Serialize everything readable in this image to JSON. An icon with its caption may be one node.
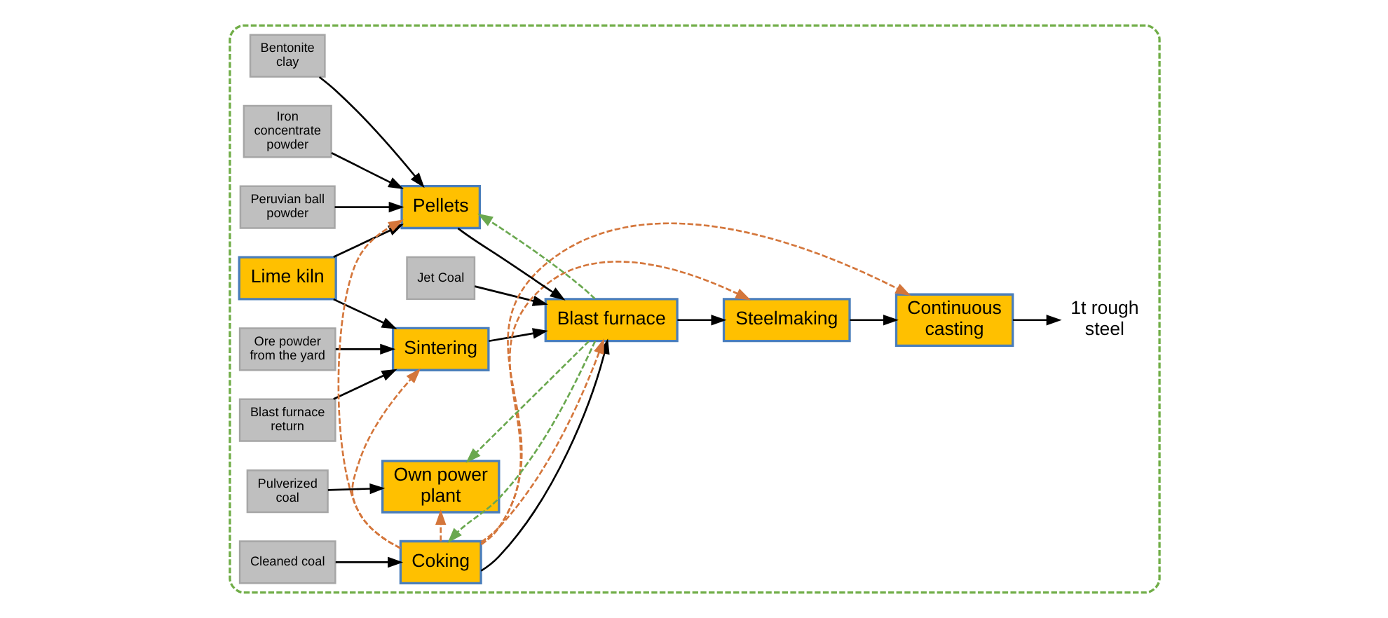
{
  "diagram": {
    "nodes": [
      {
        "text": [],
        "shape": "box"
      },
      {
        "text": [
          "Ore powder from the yard"
        ],
        "in": 0
      },
      {
        "text": [
          "Blast furnace return"
        ],
        "in": 0
      },
      {
        "text": [
          "Sintering"
        ],
        "in": 0
      },
      {
        "text": [
          "Jet Coal"
        ],
        "in": 0
      },
      {
        "text": [
          "Lime kiln"
        ],
        "in": 0
      },
      {
        "text": [
          "Cleaned coal"
        ],
        "in": 0
      },
      {
        "text": [
          "Coking"
        ],
        "in": 0
      },
      {
        "text": [
          "Blast furnace"
        ],
        "in": 0
      },
      {
        "text": [
          "Steelmaking"
        ],
        "in": 0
      },
      {
        "text": [
          "Continuous casting"
        ],
        "in": 0
      },
      {
        "text": [
          "1t rough steel"
        ],
        "in": 0
      },
      {
        "text": [
          "Pellets"
        ],
        "in": 0
      },
      {
        "text": [
          "Own power plant"
        ],
        "in": 0
      },
      {
        "text": [
          "Pulverized coal"
        ],
        "in": 0
      },
      {
        "text": [
          "Peruvian ball powder"
        ],
        "in": 0
      },
      {
        "text": [
          "Bentonite clay"
        ],
        "in": 0
      },
      {
        "text": [
          "Iron concentrate powder"
        ],
        "in": 0
      }
    ],
    "edges": [
      {
        "from": 1,
        "to": 3,
        "arrow": "to"
      },
      {
        "from": 2,
        "to": 3,
        "arrow": "to"
      },
      {
        "from": 5,
        "to": 3,
        "arrow": "to"
      },
      {
        "from": 5,
        "to": 12,
        "arrow": "to"
      },
      {
        "from": 6,
        "to": 7,
        "arrow": "to"
      },
      {
        "from": 3,
        "to": 8,
        "arrow": "to"
      },
      {
        "from": 7,
        "to": 8,
        "arrow": "to"
      },
      {
        "from": 12,
        "to": 8,
        "arrow": "to"
      },
      {
        "from": 4,
        "to": 8,
        "arrow": "to"
      },
      {
        "from": 8,
        "to": 9,
        "arrow": "to"
      },
      {
        "from": 9,
        "to": 10,
        "arrow": "to"
      },
      {
        "from": 10,
        "to": 11,
        "arrow": "to"
      },
      {
        "from": 15,
        "to": 12,
        "arrow": "to"
      },
      {
        "from": 16,
        "to": 12,
        "arrow": "to"
      },
      {
        "from": 17,
        "to": 12,
        "arrow": "to"
      },
      {
        "from": 14,
        "to": 13,
        "arrow": "to"
      },
      {
        "from": 7,
        "to": 3,
        "arrow": "to",
        "style": "dashed",
        "color": "#d4763b"
      },
      {
        "from": 7,
        "to": 12,
        "arrow": "to",
        "style": "dashed",
        "color": "#d4763b"
      },
      {
        "from": 7,
        "to": 8,
        "arrow": "to",
        "style": "dashed",
        "color": "#d4763b"
      },
      {
        "from": 7,
        "to": 9,
        "arrow": "to",
        "style": "dashed",
        "color": "#d4763b"
      },
      {
        "from": 7,
        "to": 10,
        "arrow": "to",
        "style": "dashed",
        "color": "#d4763b"
      },
      {
        "from": 7,
        "to": 13,
        "arrow": "to",
        "style": "dashed",
        "color": "#d4763b"
      },
      {
        "from": 8,
        "to": 13,
        "arrow": "to",
        "style": "dashed",
        "color": "#6aa84f"
      },
      {
        "from": 8,
        "to": 7,
        "arrow": "to",
        "style": "dashed",
        "color": "#6aa84f"
      },
      {
        "from": 8,
        "to": 12,
        "arrow": "to",
        "style": "dashed",
        "color": "#6aa84f"
      }
    ]
  }
}
